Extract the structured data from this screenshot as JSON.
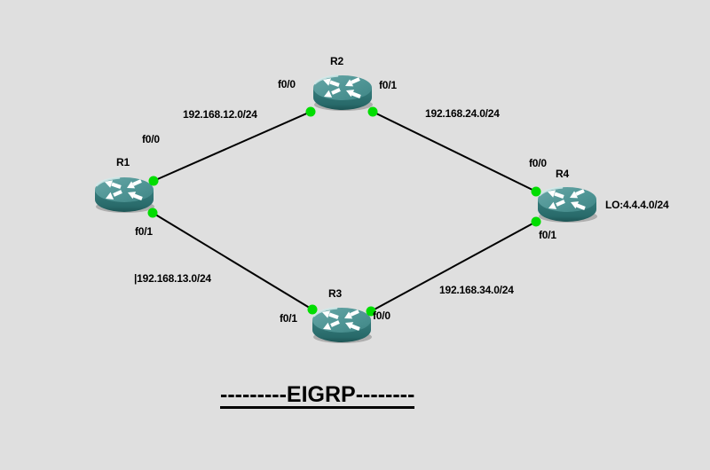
{
  "colors": {
    "background": "#dfdfdf",
    "link_line": "#000000",
    "port_dot": "#00dd00",
    "router_top": "#4f9595",
    "router_side": "#2c6f6f",
    "text": "#000000"
  },
  "title": "---------EIGRP--------",
  "routers": {
    "r1": {
      "name": "R1"
    },
    "r2": {
      "name": "R2"
    },
    "r3": {
      "name": "R3"
    },
    "r4": {
      "name": "R4",
      "loopback": "LO:4.4.4.0/24"
    }
  },
  "interfaces": {
    "r1_f0_0": "f0/0",
    "r1_f0_1": "f0/1",
    "r2_f0_0": "f0/0",
    "r2_f0_1": "f0/1",
    "r3_f0_0": "f0/0",
    "r3_f0_1": "f0/1",
    "r4_f0_0": "f0/0",
    "r4_f0_1": "f0/1"
  },
  "networks": {
    "r1_r2": "192.168.12.0/24",
    "r2_r4": "192.168.24.0/24",
    "r1_r3": "|192.168.13.0/24",
    "r3_r4": "192.168.34.0/24"
  }
}
